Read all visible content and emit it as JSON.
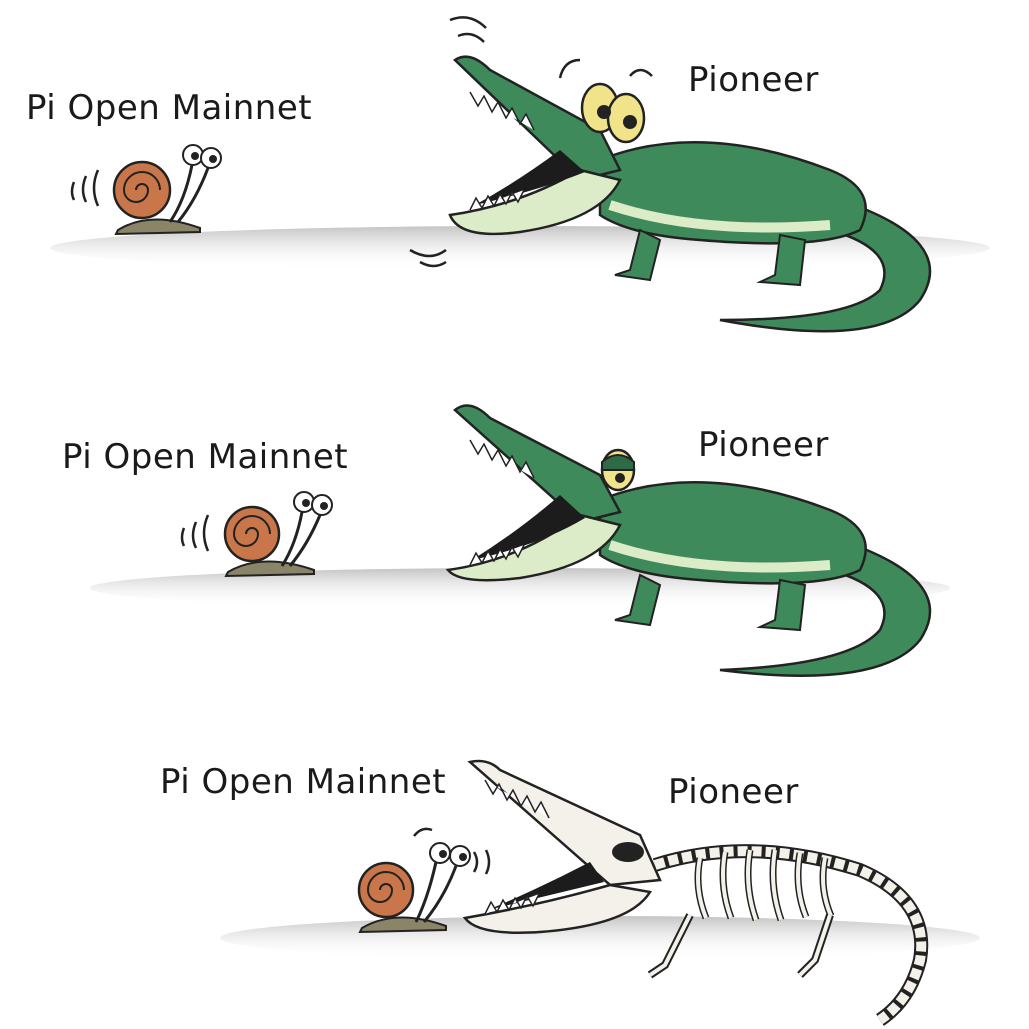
{
  "panels": [
    {
      "snail_label": "Pi Open Mainnet",
      "croc_label": "Pioneer",
      "croc_state": "alive-excited"
    },
    {
      "snail_label": "Pi Open Mainnet",
      "croc_label": "Pioneer",
      "croc_state": "alive-tired"
    },
    {
      "snail_label": "Pi Open Mainnet",
      "croc_label": "Pioneer",
      "croc_state": "skeleton"
    }
  ],
  "colors": {
    "croc_green": "#3f8a5a",
    "croc_dark": "#2e6b44",
    "croc_belly": "#dcebc8",
    "snail_shell": "#c9774a",
    "snail_body": "#8a8468",
    "bone": "#f3f1ea"
  }
}
